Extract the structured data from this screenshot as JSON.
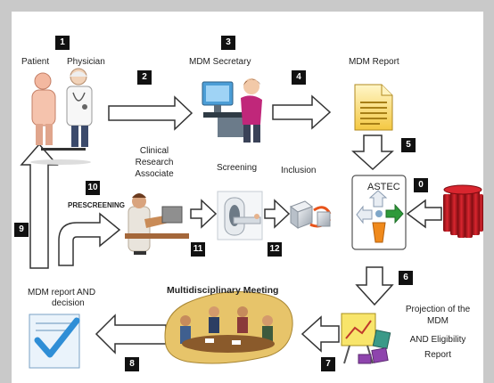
{
  "steps": {
    "s0": "0",
    "s1": "1",
    "s2": "2",
    "s3": "3",
    "s4": "4",
    "s5": "5",
    "s6": "6",
    "s7": "7",
    "s8": "8",
    "s9": "9",
    "s10": "10",
    "s11": "11",
    "s12": "12"
  },
  "labels": {
    "patient": "Patient",
    "physician": "Physician",
    "mdm_secretary": "MDM Secretary",
    "mdm_report": "MDM Report",
    "astec": "ASTEC",
    "cra_line1": "Clinical",
    "cra_line2": "Research",
    "cra_line3": "Associate",
    "screening": "Screening",
    "inclusion": "Inclusion",
    "prescreening": "PRESCREENING",
    "mdm_meeting": "Multidisciplinary Meeting",
    "mdm_decision_line1": "MDM report AND",
    "mdm_decision_line2": "decision",
    "projection_line1": "Projection of the",
    "projection_line2": "MDM",
    "projection_line3": "AND Eligibility",
    "projection_line4": "Report"
  },
  "icons": {
    "consultation": "patient-physician-icon",
    "secretary": "secretary-computer-icon",
    "report": "document-icon",
    "astec": "astec-network-icon",
    "database": "database-cylinders-icon",
    "cra": "research-associate-icon",
    "screening": "mri-scanner-icon",
    "inclusion": "cubes-exchange-icon",
    "meeting": "meeting-table-icon",
    "projection": "presentation-board-icon",
    "decision": "checked-document-icon"
  },
  "colors": {
    "background": "#c9c9c9",
    "panel": "#ffffff",
    "arrow_stroke": "#333333",
    "badge": "#111111",
    "astec_green": "#2e9a3a",
    "astec_orange": "#f08a1c",
    "database_red": "#b3121b",
    "report_yellow": "#f4c842",
    "check_blue": "#2f8ed6"
  }
}
